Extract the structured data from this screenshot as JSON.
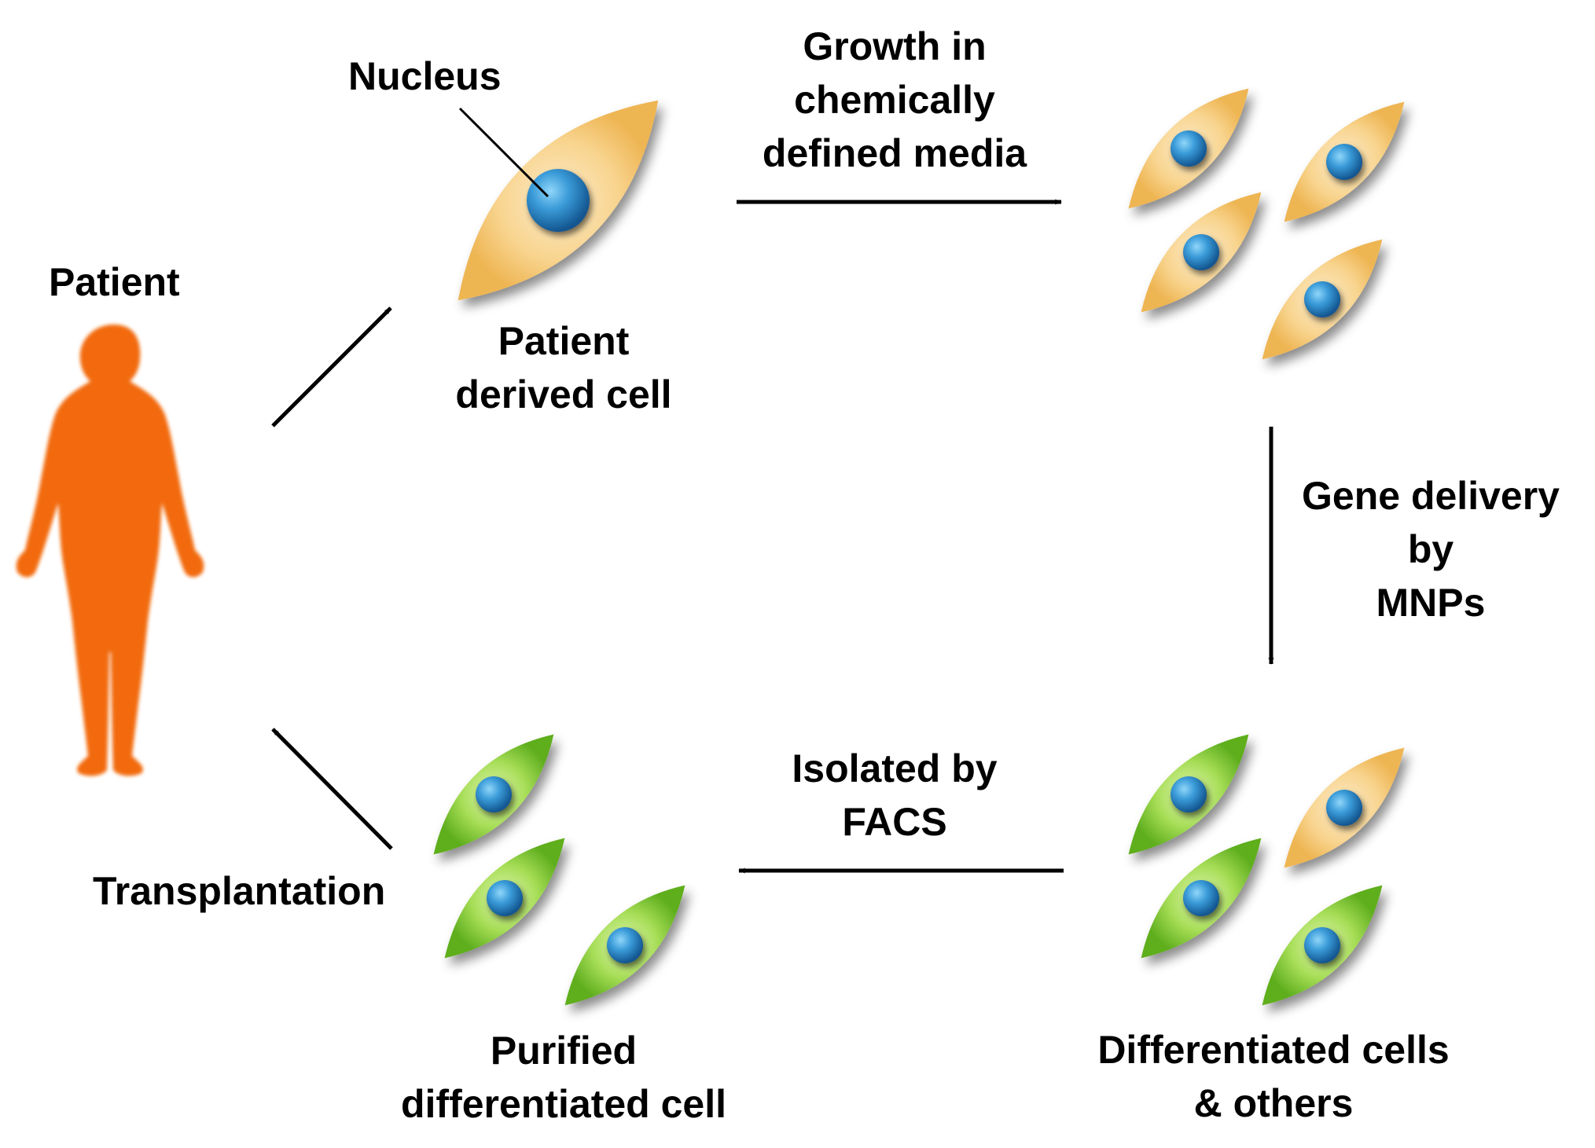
{
  "labels": {
    "patient": "Patient",
    "nucleus": "Nucleus",
    "patient_cell": [
      "Patient",
      "derived cell"
    ],
    "growth": [
      "Growth in",
      "chemically",
      "defined media"
    ],
    "gene_delivery": [
      "Gene delivery",
      "by",
      "MNPs"
    ],
    "isolated": [
      "Isolated by",
      "FACS"
    ],
    "differentiated": [
      "Differentiated cells",
      "& others"
    ],
    "purified": [
      "Purified",
      "differentiated cell"
    ],
    "transplantation": "Transplantation"
  },
  "colors": {
    "patient_silhouette": "#f26b0f",
    "undifferentiated_cell": "#f6c66a",
    "differentiated_cell": "#7cc62c",
    "nucleus": "#2a86c6",
    "arrow": "#000000"
  }
}
